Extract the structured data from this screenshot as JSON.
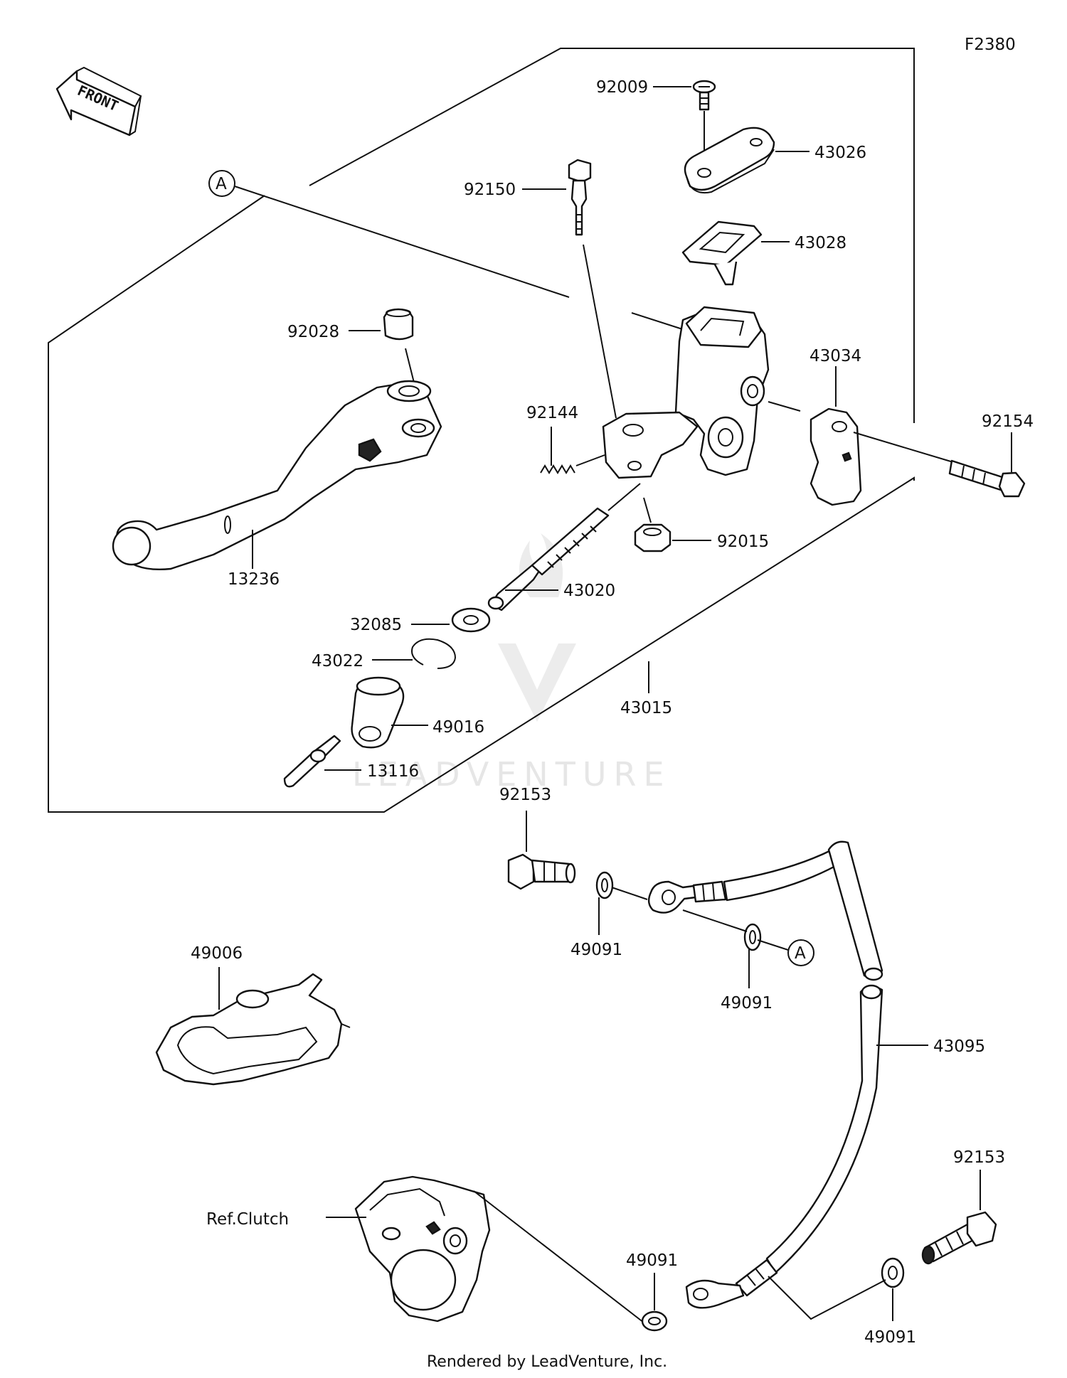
{
  "figure_id": "F2380",
  "front_label": "FRONT",
  "callout": "A",
  "watermark": "LEADVENTURE",
  "footer": "Rendered by LeadVenture, Inc.",
  "parts": {
    "p92009": "92009",
    "p43026": "43026",
    "p92150": "92150",
    "p43028": "43028",
    "p92028": "92028",
    "p43034": "43034",
    "p92144": "92144",
    "p92154": "92154",
    "p92015": "92015",
    "p13236": "13236",
    "p43020": "43020",
    "p32085": "32085",
    "p43022": "43022",
    "p43015": "43015",
    "p49016": "49016",
    "p13116": "13116",
    "p92153a": "92153",
    "p49091a": "49091",
    "p49091b": "49091",
    "p49006": "49006",
    "p43095": "43095",
    "p92153b": "92153",
    "p49091c": "49091",
    "p49091d": "49091",
    "ref_clutch": "Ref.Clutch"
  }
}
